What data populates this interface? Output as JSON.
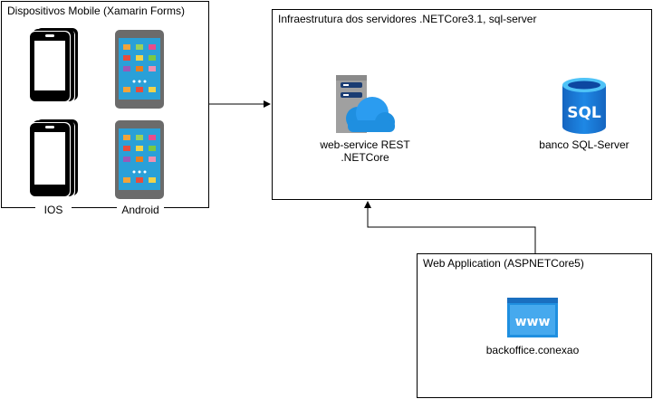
{
  "mobile_group": {
    "title": "Dispositivos Mobile (Xamarin Forms)",
    "ios_label": "IOS",
    "android_label": "Android"
  },
  "infra_group": {
    "title": "Infraestrutura dos servidores .NETCore3.1, sql-server",
    "webservice_label_line1": "web-service REST",
    "webservice_label_line2": ".NETCore",
    "database_label": "banco SQL-Server",
    "database_icon_text": "SQL"
  },
  "webapp_group": {
    "title": "Web Application (ASPNETCore5)",
    "app_label": "backoffice.conexao",
    "www_icon_text": "www"
  },
  "colors": {
    "border": "#000000",
    "phone_dark": "#000000",
    "android_body": "#6b6b6b",
    "azure_blue": "#1f8fe0",
    "server_gray": "#a0a0a0"
  }
}
